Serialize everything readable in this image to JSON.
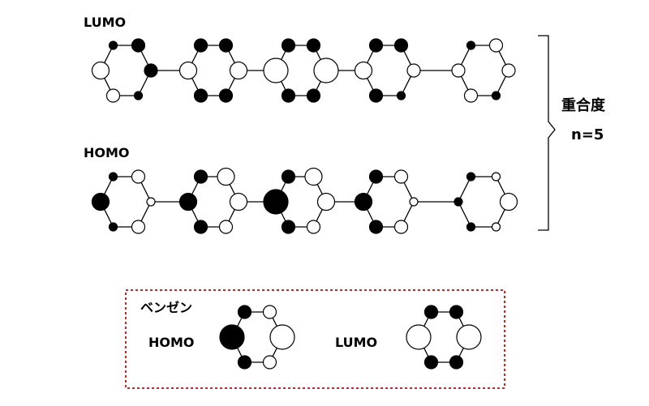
{
  "labels": {
    "polymer_lumo": "LUMO",
    "polymer_homo": "HOMO",
    "degree_title": "重合度",
    "degree_value": "n=5",
    "legend_title": "ベンゼン",
    "legend_homo": "HOMO",
    "legend_lumo": "LUMO"
  },
  "colors": {
    "filled_lobe": "#000000",
    "open_lobe": "#ffffff",
    "legend_border": "#d92020"
  },
  "orbitals": {
    "polymer_lumo": [
      [
        "o-l",
        "d-s",
        "f-m",
        "f-m",
        "d-s",
        "o-m"
      ],
      [
        "o-l",
        "f-m",
        "f-m",
        "o-l",
        "f-m",
        "f-m"
      ],
      [
        "o-xl",
        "f-m",
        "f-m",
        "o-xl",
        "f-m",
        "f-m"
      ],
      [
        "o-l",
        "f-m",
        "f-m",
        "o-m",
        "d-s",
        "f-m"
      ],
      [
        "o-m",
        "f-s",
        "o-m",
        "o-m",
        "f-s",
        "o-m"
      ]
    ],
    "polymer_homo": [
      [
        "f-l",
        "d-s",
        "o-m",
        "o-s",
        "o-m",
        "d-s"
      ],
      [
        "f-l",
        "f-m",
        "o-l",
        "o-l",
        "o-m",
        "f-m"
      ],
      [
        "f-xl",
        "f-m",
        "o-l",
        "o-l",
        "o-m",
        "f-m"
      ],
      [
        "f-l",
        "f-m",
        "o-m",
        "o-s",
        "o-m",
        "f-m"
      ],
      [
        "f-s",
        "f-s",
        "o-s",
        "o-l",
        "o-s",
        "f-s"
      ]
    ],
    "benzene_homo": [
      "f-xl",
      "f-m",
      "o-m",
      "o-xl",
      "o-m",
      "f-m"
    ],
    "benzene_lumo": [
      "o-xl",
      "f-m",
      "f-m",
      "o-xl",
      "f-m",
      "f-m"
    ]
  }
}
